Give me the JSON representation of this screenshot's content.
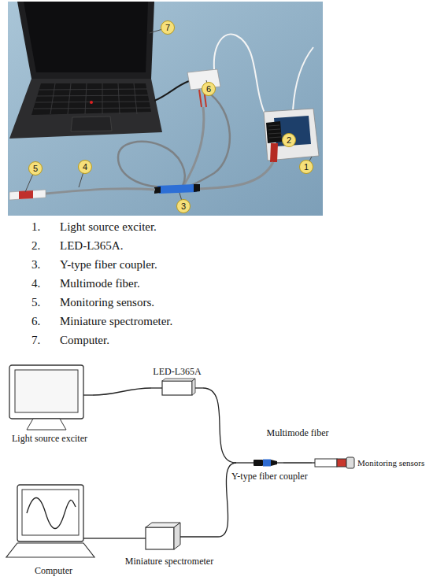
{
  "diagram": {
    "nodes": [
      {
        "text": [
          "Light source exciter"
        ]
      },
      {
        "text": [
          "LED-L365A"
        ]
      },
      {
        "text": [
          "Y-type fiber coupler"
        ]
      },
      {
        "text": [
          "Monitoring sensors"
        ]
      },
      {
        "text": [
          "Computer"
        ]
      },
      {
        "text": [
          "Miniature spectrometer"
        ]
      }
    ],
    "edges": [
      {
        "from": 0,
        "to": 1,
        "arrow": "none"
      },
      {
        "from": 1,
        "to": 2,
        "arrow": "none"
      },
      {
        "from": 2,
        "to": 3,
        "label": "Multimode fiber",
        "arrow": "none"
      },
      {
        "from": 2,
        "to": 5,
        "arrow": "none"
      },
      {
        "from": 5,
        "to": 4,
        "arrow": "none"
      }
    ],
    "labels": [
      "7",
      "6",
      "2",
      "1",
      "5",
      "4",
      "3",
      "1.",
      "Light source exciter.",
      "2.",
      "LED-L365A.",
      "3.",
      "Y-type fiber coupler.",
      "4.",
      "Multimode fiber.",
      "5.",
      "Monitoring sensors.",
      "6.",
      "Miniature spectrometer.",
      "7.",
      "Computer."
    ]
  }
}
